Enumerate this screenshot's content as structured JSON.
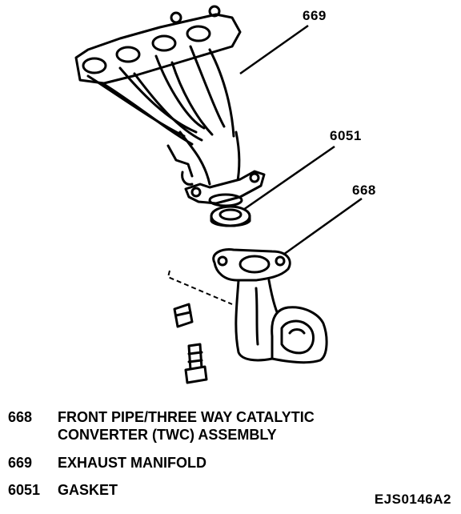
{
  "callouts": {
    "exhaust_manifold": "669",
    "gasket": "6051",
    "front_pipe": "668"
  },
  "legend": [
    {
      "number": "668",
      "description": "FRONT PIPE/THREE WAY CATALYTIC\nCONVERTER (TWC) ASSEMBLY"
    },
    {
      "number": "669",
      "description": "EXHAUST MANIFOLD"
    },
    {
      "number": "6051",
      "description": "GASKET"
    }
  ],
  "figure_code": "EJS0146A2"
}
